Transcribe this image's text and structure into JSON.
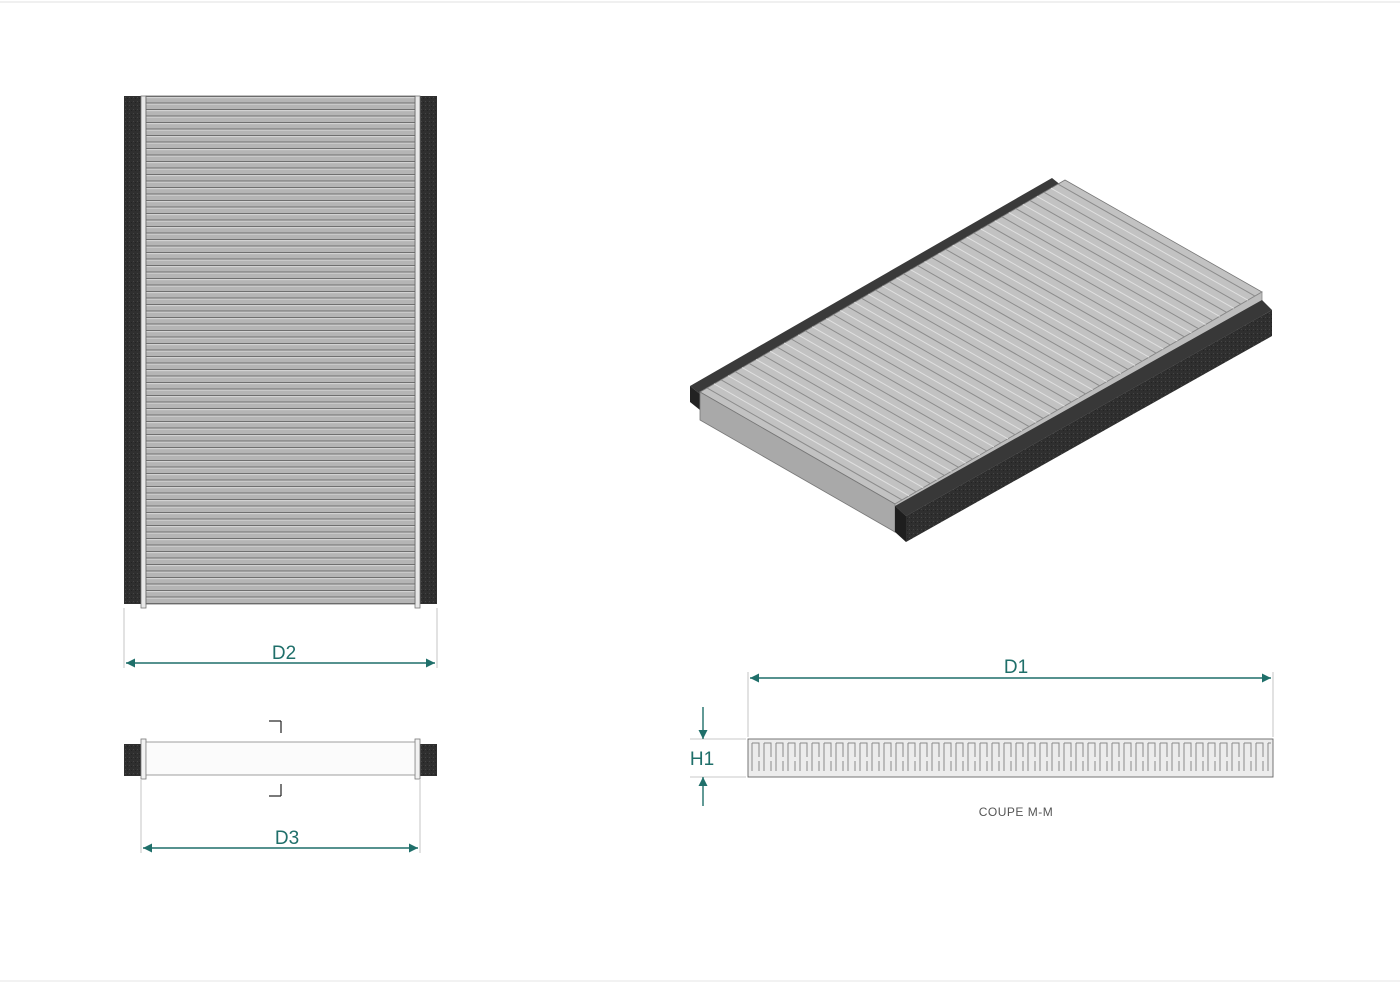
{
  "drawing": {
    "dimensions": {
      "d1": "D1",
      "d2": "D2",
      "d3": "D3",
      "h1": "H1"
    },
    "section_caption": "COUPE M-M",
    "colors": {
      "dimension": "#1f6f6a",
      "foam": "#2e2e2e",
      "media": "#b9b9b9",
      "frame": "#e6e6e6"
    }
  }
}
